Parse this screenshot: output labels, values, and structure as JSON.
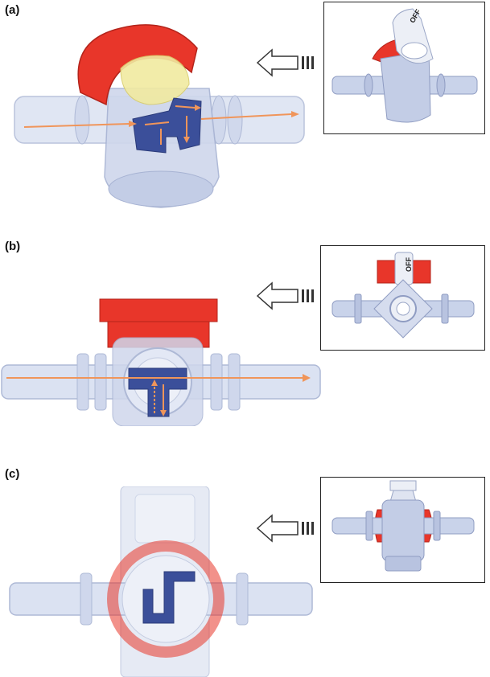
{
  "panels": [
    {
      "label": "(a)",
      "inset_handle_text": "OFF"
    },
    {
      "label": "(b)",
      "inset_handle_text": "OFF"
    },
    {
      "label": "(c)",
      "inset_handle_text": ""
    }
  ],
  "colors": {
    "cap_red": "#e8362a",
    "body_blue": "#c9d3ea",
    "channel_blue": "#3b4f9a",
    "flow_orange": "#f0955a"
  }
}
